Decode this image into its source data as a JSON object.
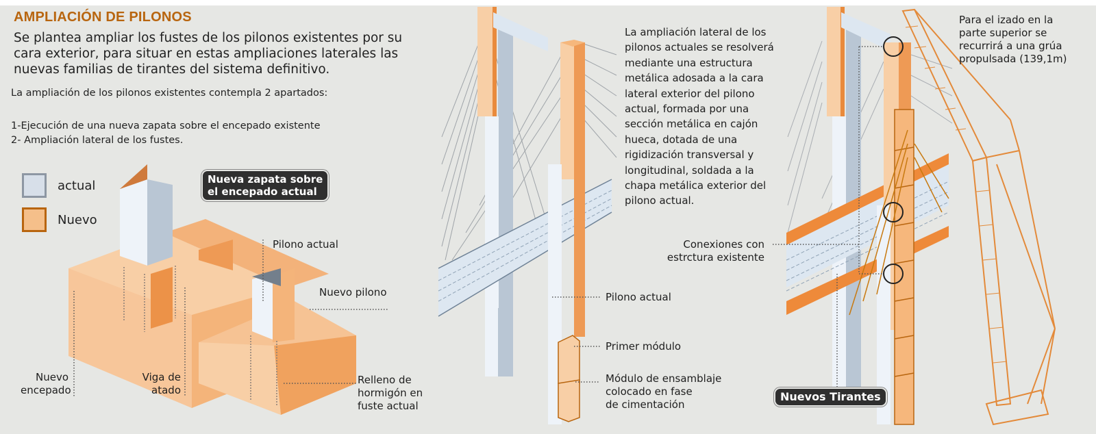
{
  "header": {
    "title": "AMPLIACIÓN DE PILONOS",
    "lead": "Se plantea ampliar los fustes de los pilonos existentes por su cara exterior, para situar en estas ampliaciones laterales las nuevas familias de tirantes del sistema definitivo.",
    "intro": "La ampliación de los pilonos existentes contempla 2 apartados:",
    "items": [
      "1-Ejecución de una nueva zapata sobre el encepado existente",
      "2- Ampliación lateral de los fustes."
    ]
  },
  "legend": {
    "items": [
      {
        "label": "actual",
        "fill": "#d7dfe9",
        "border": "#8d97a3"
      },
      {
        "label": "Nuevo",
        "fill": "#f5bf8a",
        "border": "#b8650f"
      }
    ]
  },
  "colors": {
    "background": "#e6e7e4",
    "title": "#b8650f",
    "orange_light": "#f8c99a",
    "orange_mid": "#f2a462",
    "orange_dark": "#e98a3c",
    "blue_light": "#dde7f1",
    "blue_mid": "#b9c6d4",
    "badge": "#2f2f2f"
  },
  "panel_footing": {
    "badge": [
      "Nueva zapata sobre",
      "el encepado actual"
    ],
    "labels": {
      "pilono_actual": "Pilono actual",
      "nuevo_pilono": "Nuevo pilono",
      "nuevo_encepado": [
        "Nuevo",
        "encepado"
      ],
      "viga_atado": [
        "Viga de",
        "atado"
      ],
      "relleno": [
        "Relleno de",
        "hormigón en",
        "fuste actual"
      ]
    }
  },
  "panel_pylon": {
    "description": [
      "La ampliación lateral de los",
      "pilonos actuales se resolverá",
      "mediante una estructura",
      "metálica adosada a la cara",
      "lateral exterior del pilono",
      "actual, formada por una",
      "sección metálica en cajón",
      "hueca, dotada de una",
      "rigidización transversal y",
      "longitudinal, soldada a la",
      "chapa metálica exterior del",
      "pilono actual."
    ],
    "labels": {
      "pilono_actual": "Pilono actual",
      "primer_modulo": "Primer módulo",
      "modulo_ensamblaje": [
        "Módulo de ensamblaje",
        "colocado en fase",
        "de cimentación"
      ]
    }
  },
  "panel_crane": {
    "note": [
      "Para el izado en la",
      "parte superior se",
      "recurrirá a una grúa",
      "propulsada (139,1m)"
    ],
    "labels": {
      "conexiones": [
        "Conexiones con",
        "estrctura existente"
      ]
    },
    "badge": "Nuevos Tirantes"
  }
}
